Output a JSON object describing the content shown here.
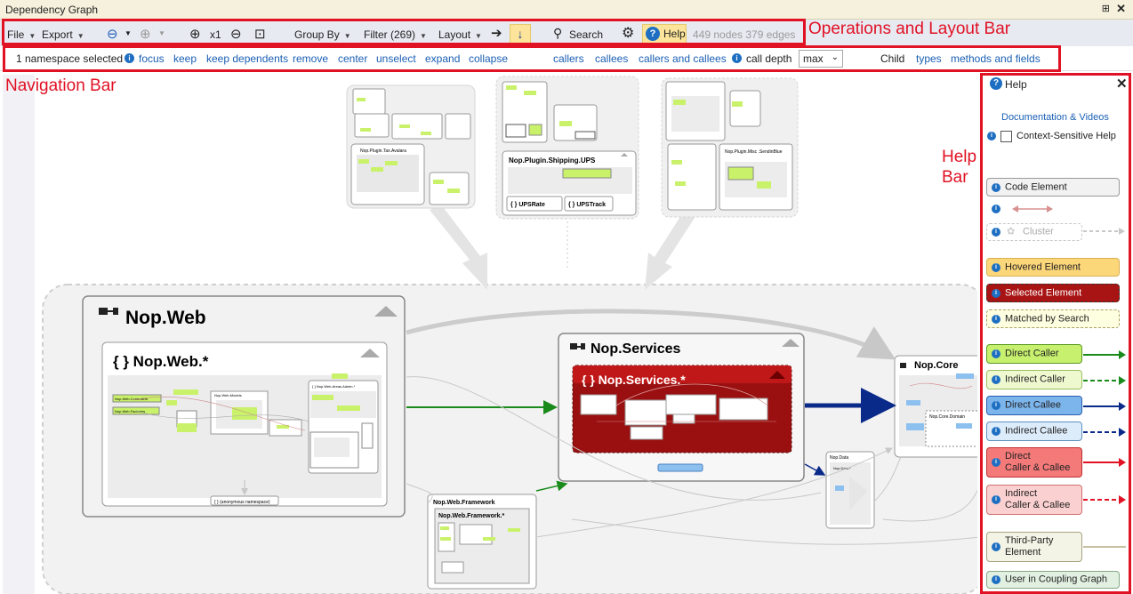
{
  "window": {
    "title": "Dependency Graph",
    "pin_glyph": "⊞",
    "close_glyph": "✕"
  },
  "toolbar": {
    "file": "File",
    "export": "Export",
    "zoom_level": "x1",
    "group_by": "Group By",
    "filter": "Filter (269)",
    "layout": "Layout",
    "search": "Search",
    "help": "Help",
    "stats": "449 nodes 379 edges",
    "icons": [
      "back-icon",
      "forward-icon",
      "zoom-in-icon",
      "zoom-out-icon",
      "fit-icon",
      "arrow-right-icon",
      "arrow-down-icon",
      "search-icon",
      "gear-icon",
      "help-icon"
    ]
  },
  "navbar": {
    "selection": "1 namespace selected",
    "actions": [
      "focus",
      "keep",
      "keep dependents",
      "remove",
      "center",
      "unselect",
      "expand",
      "collapse"
    ],
    "calls": [
      "callers",
      "callees",
      "callers and callees"
    ],
    "call_depth_label": "call depth",
    "call_depth_value": "max",
    "child_label": "Child",
    "child_options": [
      "types",
      "methods and fields"
    ]
  },
  "annotations": {
    "ops_bar": "Operations and Layout Bar",
    "nav_bar": "Navigation Bar",
    "help_bar_line1": "Help",
    "help_bar_line2": "Bar"
  },
  "graph": {
    "nodes": {
      "web": "Nop.Web",
      "web_ns": "{ } Nop.Web.*",
      "services": "Nop.Services",
      "services_ns": "{ } Nop.Services.*",
      "core": "Nop.Core",
      "framework": "Nop.Web.Framework",
      "framework_ns": "Nop.Web.Framework.*",
      "data": "Nop.Data",
      "data_ns": "Nop.Data.*",
      "ups": "Nop.Plugin.Shipping.UPS",
      "ups_rate": "{ } UPSRate",
      "ups_track": "{ } UPSTrack",
      "tax": "Nop.Plugin.Tax.Avalara",
      "misc": "Nop.Plugin.Misc .SendinBlue",
      "anon": "{ } (anonymous namespace)",
      "core_domain": "Nop.Core.Domain",
      "web_areas": "{ } Nop.Web.Areas.Admin.*",
      "web_controllers": "Nop.Web.Controllers",
      "web_factories": "Nop.Web.Factories",
      "web_models": "Nop.Web.Models"
    }
  },
  "helppanel": {
    "title": "Help",
    "docs_link": "Documentation & Videos",
    "context_sensitive": "Context-Sensitive Help",
    "legend": {
      "code_element": "Code Element",
      "cluster": "Cluster",
      "hovered": "Hovered Element",
      "selected": "Selected Element",
      "matched": "Matched by Search",
      "direct_caller": "Direct Caller",
      "indirect_caller": "Indirect Caller",
      "direct_callee": "Direct Callee",
      "indirect_callee": "Indirect Callee",
      "direct_both_1": "Direct",
      "direct_both_2": "Caller & Callee",
      "indirect_both_1": "Indirect",
      "indirect_both_2": "Caller & Callee",
      "third_party_1": "Third-Party",
      "third_party_2": "Element",
      "coupling": "User in Coupling Graph"
    },
    "colors": {
      "caller": "#1a8a1a",
      "callee": "#0a2a8a",
      "both": "#e01224",
      "third_party": "#c4c0a0",
      "relation": "#d89090"
    }
  }
}
